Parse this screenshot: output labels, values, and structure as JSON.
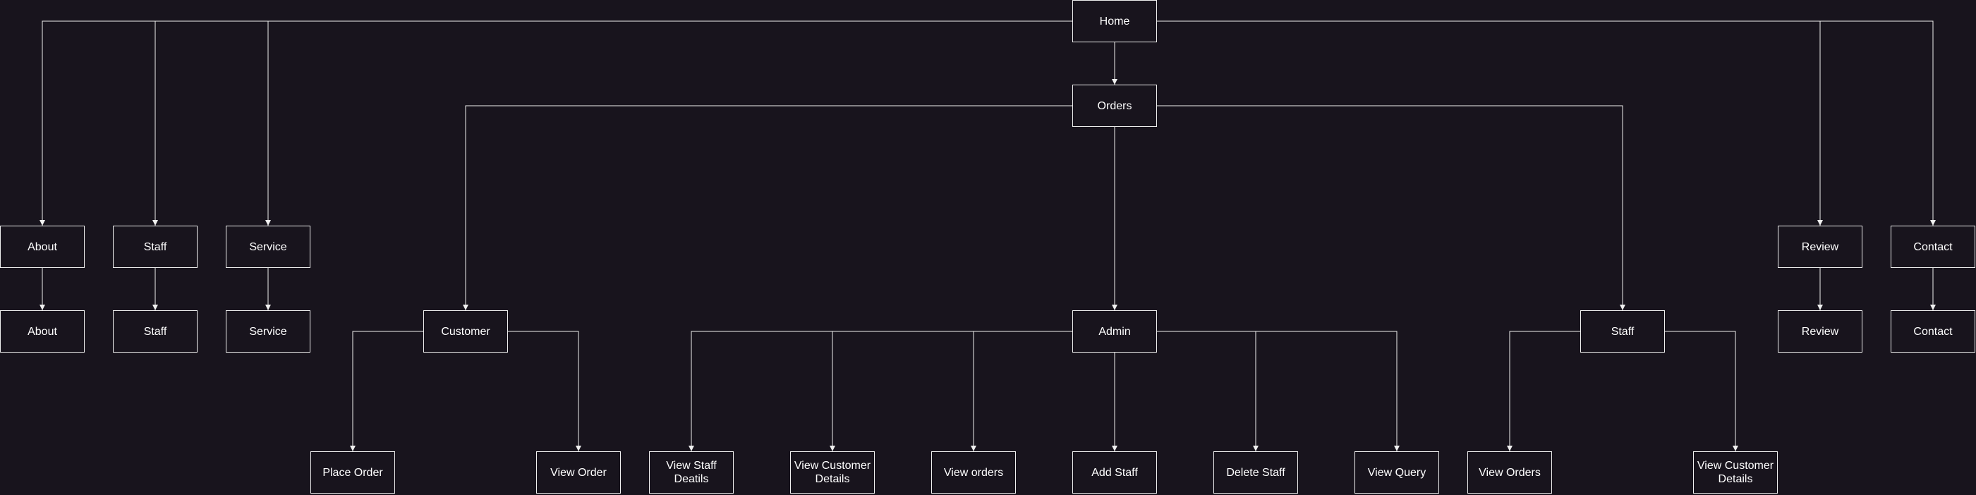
{
  "nodes": {
    "home": "Home",
    "orders": "Orders",
    "about_1": "About",
    "staff_1": "Staff",
    "service_1": "Service",
    "about_2": "About",
    "staff_2": "Staff",
    "service_2": "Service",
    "customer": "Customer",
    "admin": "Admin",
    "staff_branch": "Staff",
    "review_1": "Review",
    "contact_1": "Contact",
    "review_2": "Review",
    "contact_2": "Contact",
    "place_order": "Place Order",
    "view_order": "View Order",
    "view_staff_details": "View Staff Deatils",
    "view_customer_details_admin": "View Customer Details",
    "view_orders_admin": "View orders",
    "add_staff": "Add Staff",
    "delete_staff": "Delete Staff",
    "view_query": "View Query",
    "view_orders_staff": "View Orders",
    "view_customer_details_staff": "View Customer Details"
  },
  "edges": [
    [
      "home",
      "orders"
    ],
    [
      "home",
      "about_1"
    ],
    [
      "home",
      "staff_1"
    ],
    [
      "home",
      "service_1"
    ],
    [
      "home",
      "review_1"
    ],
    [
      "home",
      "contact_1"
    ],
    [
      "about_1",
      "about_2"
    ],
    [
      "staff_1",
      "staff_2"
    ],
    [
      "service_1",
      "service_2"
    ],
    [
      "review_1",
      "review_2"
    ],
    [
      "contact_1",
      "contact_2"
    ],
    [
      "orders",
      "customer"
    ],
    [
      "orders",
      "admin"
    ],
    [
      "orders",
      "staff_branch"
    ],
    [
      "customer",
      "place_order"
    ],
    [
      "customer",
      "view_order"
    ],
    [
      "admin",
      "view_staff_details"
    ],
    [
      "admin",
      "view_customer_details_admin"
    ],
    [
      "admin",
      "view_orders_admin"
    ],
    [
      "admin",
      "add_staff"
    ],
    [
      "admin",
      "delete_staff"
    ],
    [
      "admin",
      "view_query"
    ],
    [
      "staff_branch",
      "view_orders_staff"
    ],
    [
      "staff_branch",
      "view_customer_details_staff"
    ]
  ]
}
